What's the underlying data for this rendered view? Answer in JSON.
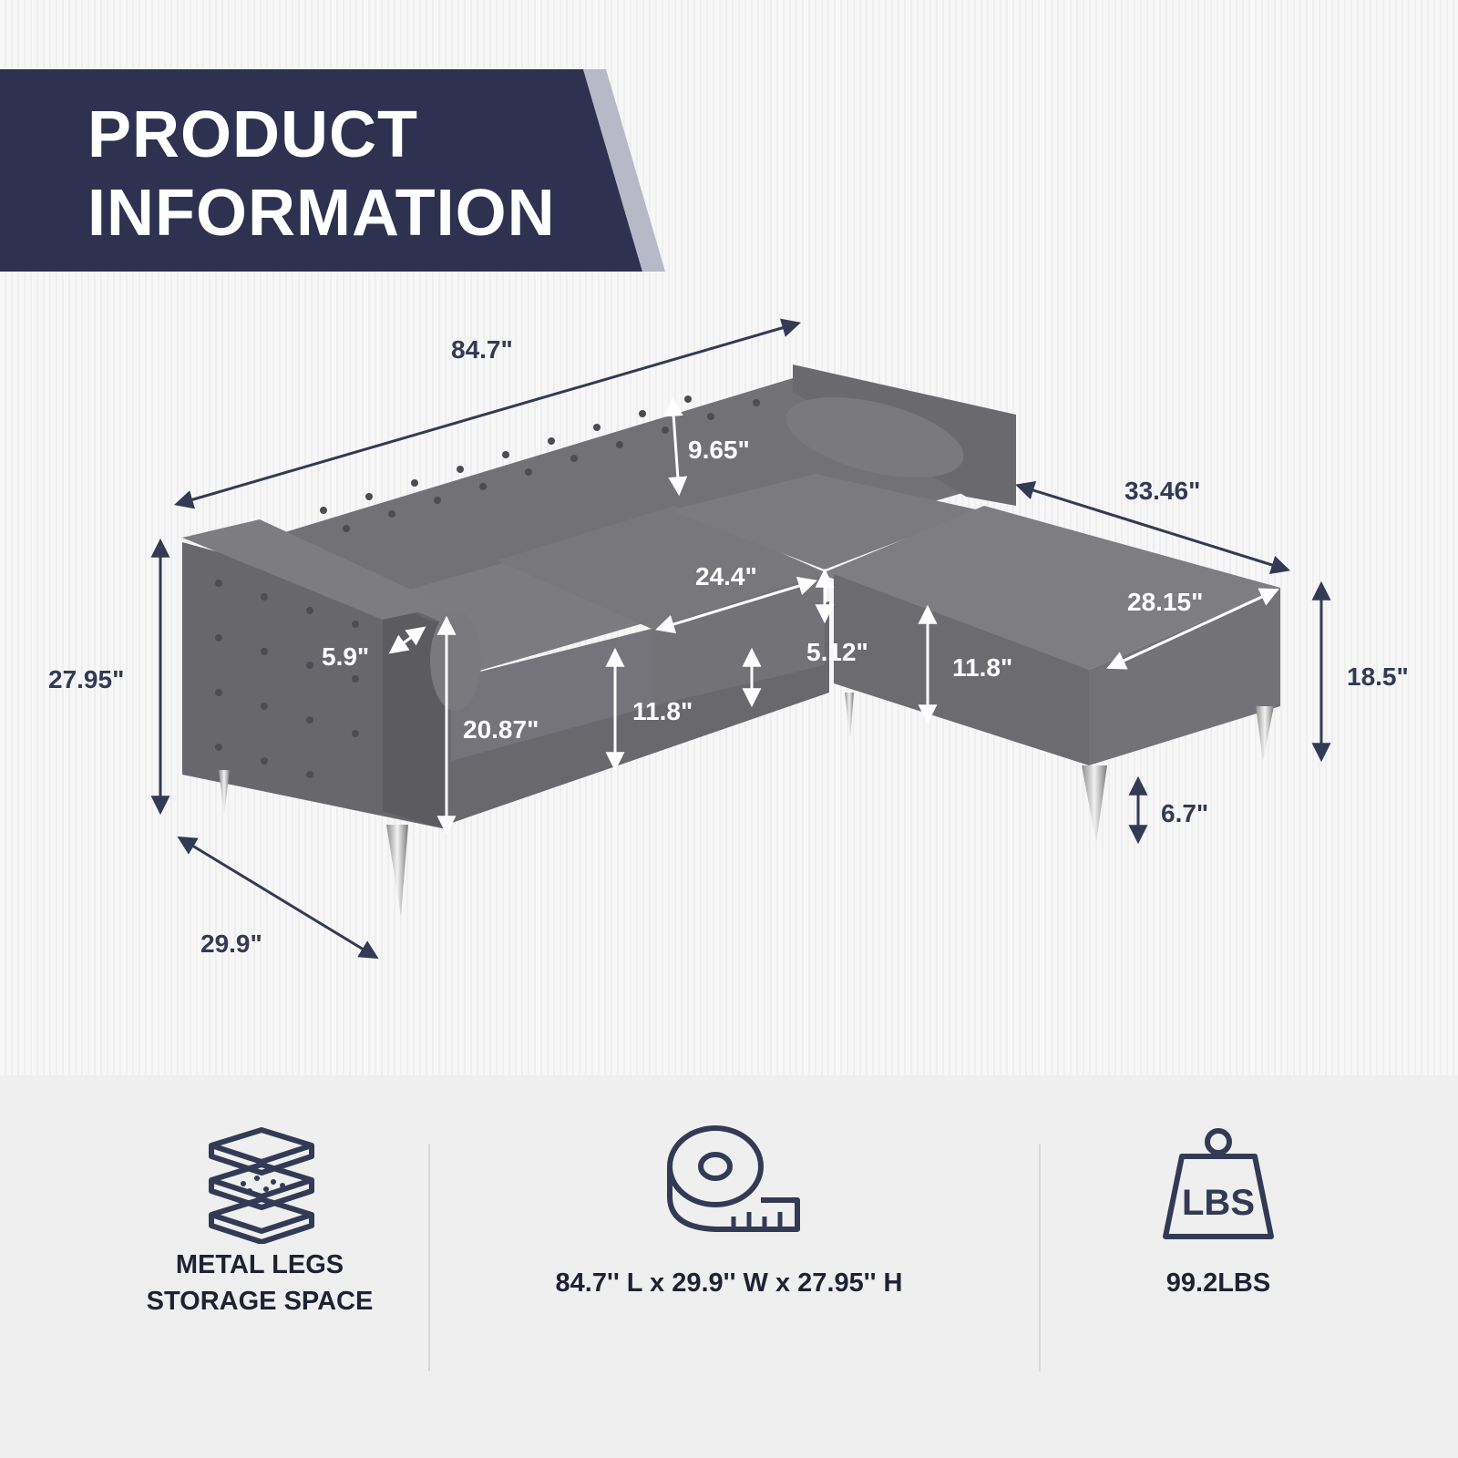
{
  "banner": {
    "line1": "PRODUCT",
    "line2": "INFORMATION",
    "color": "#2e3250",
    "stripe_color": "#b7b9c7"
  },
  "dimensions": {
    "overall_length": "84.7\"",
    "back_cushion_height": "9.65\"",
    "chaise_length": "33.46\"",
    "seat_width": "24.4\"",
    "ottoman_width": "28.15\"",
    "overall_height": "27.95\"",
    "arm_width": "5.9\"",
    "seat_gap": "5.12\"",
    "seat_height_left": "11.8\"",
    "seat_height_right": "11.8\"",
    "arm_height": "20.87\"",
    "ottoman_height": "18.5\"",
    "leg_height": "6.7\"",
    "depth": "29.9\""
  },
  "features": [
    {
      "icon": "cushion-layers-icon",
      "lines": [
        "METAL LEGS",
        "STORAGE SPACE"
      ]
    },
    {
      "icon": "measuring-tape-icon",
      "lines": [
        "84.7'' L x 29.9'' W x 27.95'' H"
      ]
    },
    {
      "icon": "weight-icon",
      "icon_text": "LBS",
      "lines": [
        "99.2LBS"
      ]
    }
  ],
  "colors": {
    "accent": "#2e3250",
    "sofa": "#6e6d72",
    "background_bottom": "#efefef"
  }
}
